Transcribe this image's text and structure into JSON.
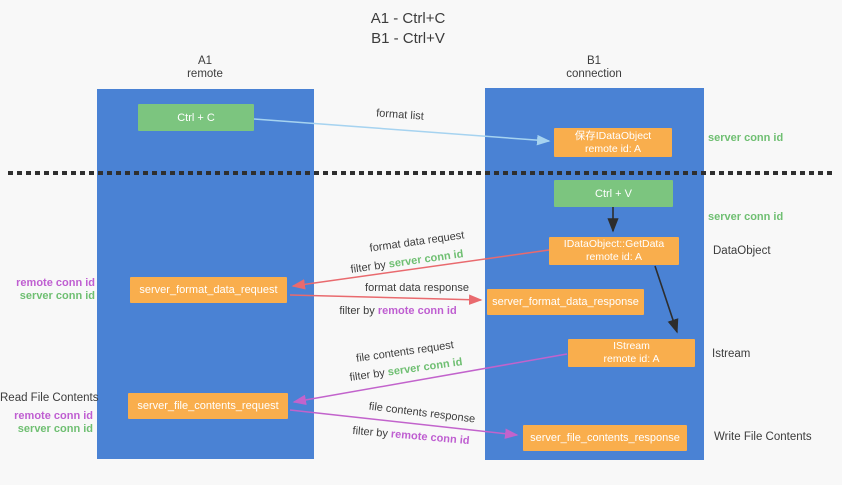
{
  "title": {
    "line1": "A1 - Ctrl+C",
    "line2": "B1 - Ctrl+V"
  },
  "columns": {
    "left": {
      "name": "A1",
      "role": "remote"
    },
    "right": {
      "name": "B1",
      "role": "connection"
    }
  },
  "boxes": {
    "ctrl_c": {
      "label": "Ctrl + C"
    },
    "ctrl_v": {
      "label": "Ctrl + V"
    },
    "save_dataobject": {
      "line1": "保存IDataObject",
      "line2": "remote id: A"
    },
    "getdata": {
      "line1": "IDataObject::GetData",
      "line2": "remote id: A"
    },
    "istream": {
      "line1": "IStream",
      "line2": "remote id: A"
    },
    "format_request": {
      "label": "server_format_data_request"
    },
    "format_response": {
      "label": "server_format_data_response"
    },
    "file_request": {
      "label": "server_file_contents_request"
    },
    "file_response": {
      "label": "server_file_contents_response"
    }
  },
  "flow_labels": {
    "format_list": "format list",
    "format_data_request": "format data request",
    "format_data_response": "format data response",
    "file_contents_request": "file contents request",
    "file_contents_response": "file contents response",
    "filter_by": "filter by",
    "server_conn_id": "server conn id",
    "remote_conn_id": "remote conn id"
  },
  "side_labels": {
    "right_top_server_conn": "server conn id",
    "right_mid_server_conn": "server conn id",
    "dataobject": "DataObject",
    "istream": "Istream",
    "write_file_contents": "Write File Contents",
    "left_remote_conn": "remote conn id",
    "left_server_conn": "server conn id",
    "read_file_contents": "Read File Contents",
    "left_bottom_remote_conn": "remote conn id",
    "left_bottom_server_conn": "server conn id"
  },
  "colors": {
    "column_blue": "#4a82d4",
    "box_green": "#7cc57f",
    "box_orange": "#f9ae4d",
    "conn_green": "#6fbf72",
    "conn_purple": "#bf5ed1",
    "arrow_red": "#e96a6e",
    "arrow_purple": "#c263cc",
    "arrow_lightblue": "#a6d3f0",
    "arrow_black": "#2d2d2d",
    "text_dark": "#3c3c3c",
    "background": "#f8f8f8"
  }
}
